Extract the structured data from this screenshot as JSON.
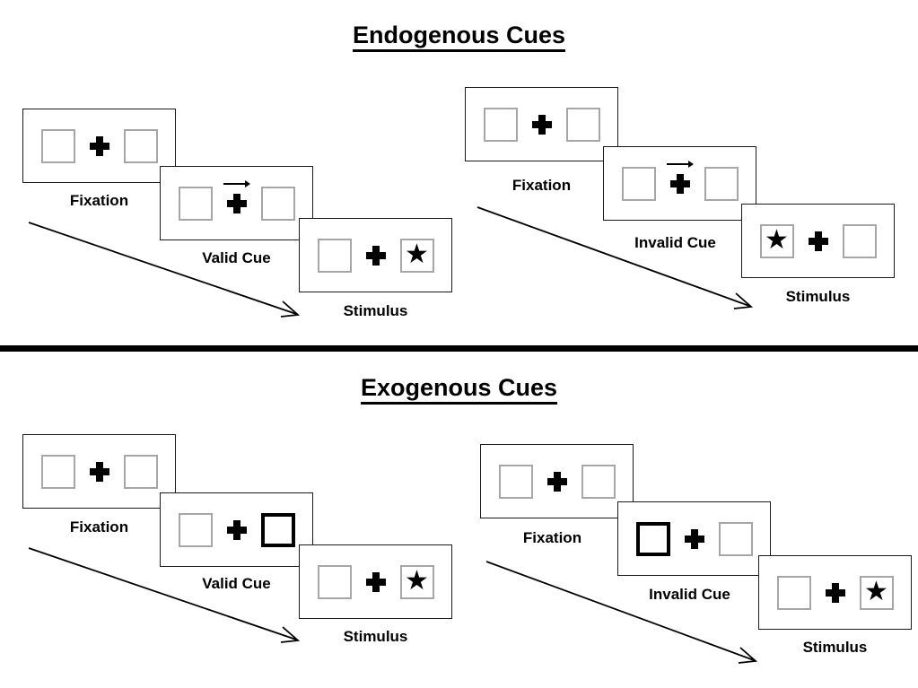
{
  "sections": [
    {
      "id": "endogenous",
      "title": "Endogenous Cues",
      "groups": [
        {
          "id": "endogenous-valid",
          "panels": [
            {
              "label": "Fixation",
              "cue_type": "none",
              "cue_side": "none",
              "target_side": "none",
              "left_box": "empty",
              "right_box": "empty"
            },
            {
              "label": "Valid Cue",
              "cue_type": "arrow",
              "cue_side": "right",
              "target_side": "none",
              "left_box": "empty",
              "right_box": "empty"
            },
            {
              "label": "Stimulus",
              "cue_type": "none",
              "cue_side": "none",
              "target_side": "right",
              "left_box": "empty",
              "right_box": "star"
            }
          ]
        },
        {
          "id": "endogenous-invalid",
          "panels": [
            {
              "label": "Fixation",
              "cue_type": "none",
              "cue_side": "none",
              "target_side": "none",
              "left_box": "empty",
              "right_box": "empty"
            },
            {
              "label": "Invalid Cue",
              "cue_type": "arrow",
              "cue_side": "right",
              "target_side": "none",
              "left_box": "empty",
              "right_box": "empty"
            },
            {
              "label": "Stimulus",
              "cue_type": "none",
              "cue_side": "none",
              "target_side": "left",
              "left_box": "star",
              "right_box": "empty"
            }
          ]
        }
      ]
    },
    {
      "id": "exogenous",
      "title": "Exogenous Cues",
      "groups": [
        {
          "id": "exogenous-valid",
          "panels": [
            {
              "label": "Fixation",
              "cue_type": "none",
              "cue_side": "none",
              "target_side": "none",
              "left_box": "empty",
              "right_box": "empty"
            },
            {
              "label": "Valid Cue",
              "cue_type": "box-highlight",
              "cue_side": "right",
              "target_side": "none",
              "left_box": "empty",
              "right_box": "cued"
            },
            {
              "label": "Stimulus",
              "cue_type": "none",
              "cue_side": "none",
              "target_side": "right",
              "left_box": "empty",
              "right_box": "star"
            }
          ]
        },
        {
          "id": "exogenous-invalid",
          "panels": [
            {
              "label": "Fixation",
              "cue_type": "none",
              "cue_side": "none",
              "target_side": "none",
              "left_box": "empty",
              "right_box": "empty"
            },
            {
              "label": "Invalid Cue",
              "cue_type": "box-highlight",
              "cue_side": "left",
              "target_side": "none",
              "left_box": "cued",
              "right_box": "empty"
            },
            {
              "label": "Stimulus",
              "cue_type": "none",
              "cue_side": "none",
              "target_side": "right",
              "left_box": "empty",
              "right_box": "star"
            }
          ]
        }
      ]
    }
  ],
  "icons": {
    "star_glyph": "★",
    "fixation_cross": "plus-icon",
    "cue_arrow": "arrow-right-icon",
    "time_arrow": "time-progression-arrow"
  },
  "colors": {
    "panel_border": "#1a1a1a",
    "box_border": "#a6a6a6",
    "cued_box_border": "#000000",
    "ink": "#000000",
    "background": "#ffffff",
    "divider": "#000000"
  }
}
